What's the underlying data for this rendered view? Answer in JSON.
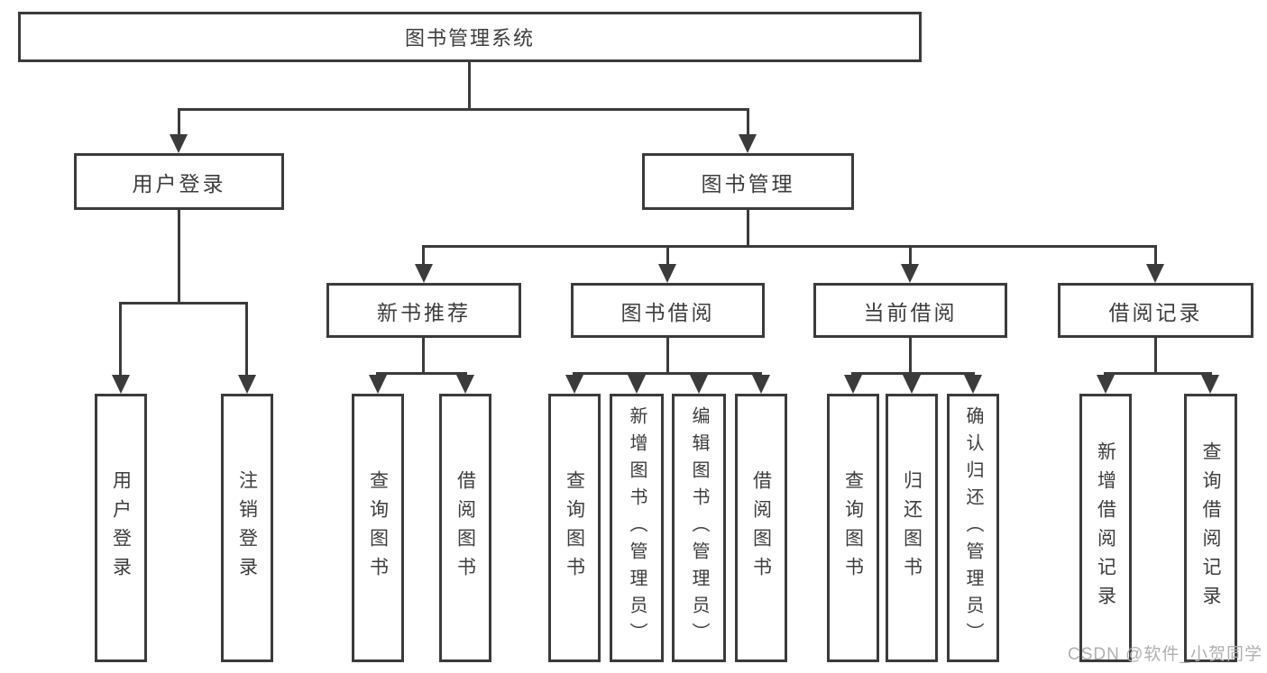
{
  "diagram": {
    "root": {
      "label": "图书管理系统"
    },
    "level2": [
      {
        "label": "用户登录"
      },
      {
        "label": "图书管理"
      }
    ],
    "level3": [
      {
        "label": "新书推荐",
        "parent": "图书管理"
      },
      {
        "label": "图书借阅",
        "parent": "图书管理"
      },
      {
        "label": "当前借阅",
        "parent": "图书管理"
      },
      {
        "label": "借阅记录",
        "parent": "图书管理"
      }
    ],
    "leaves": [
      {
        "label": "用户登录",
        "parent": "用户登录"
      },
      {
        "label": "注销登录",
        "parent": "用户登录"
      },
      {
        "label": "查询图书",
        "parent": "新书推荐"
      },
      {
        "label": "借阅图书",
        "parent": "新书推荐"
      },
      {
        "label": "查询图书",
        "parent": "图书借阅"
      },
      {
        "label": "新增图书（管理员）",
        "parent": "图书借阅"
      },
      {
        "label": "编辑图书（管理员）",
        "parent": "图书借阅"
      },
      {
        "label": "借阅图书",
        "parent": "图书借阅"
      },
      {
        "label": "查询图书",
        "parent": "当前借阅"
      },
      {
        "label": "归还图书",
        "parent": "当前借阅"
      },
      {
        "label": "确认归还（管理员）",
        "parent": "当前借阅"
      },
      {
        "label": "新增借阅记录",
        "parent": "借阅记录"
      },
      {
        "label": "查询借阅记录",
        "parent": "借阅记录"
      }
    ]
  },
  "watermark": {
    "text": "CSDN @软件_小贺同学"
  },
  "colors": {
    "line": "#3b3b3b",
    "text": "#3d3d3d",
    "background": "#ffffff",
    "watermark": "#b0b0b4"
  }
}
